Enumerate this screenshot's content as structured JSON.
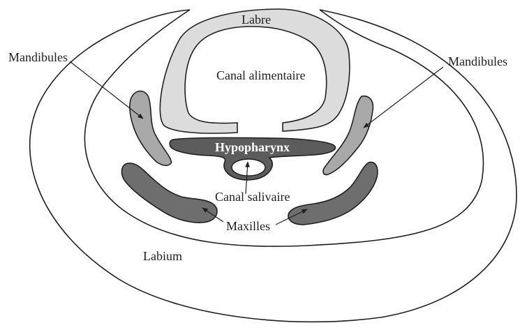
{
  "labels": {
    "labre": "Labre",
    "canal_alimentaire": "Canal alimentaire",
    "mandibules_left": "Mandibules",
    "mandibules_right": "Mandibules",
    "hypopharynx": "Hypopharynx",
    "canal_salivaire": "Canal salivaire",
    "maxilles": "Maxilles",
    "labium": "Labium"
  },
  "colors": {
    "labre": "#dcdcdc",
    "mandibules": "#a8a8a8",
    "maxilles": "#6e6e6e",
    "hypopharynx": "#5c5c5c",
    "outline": "#1f1f1f"
  }
}
